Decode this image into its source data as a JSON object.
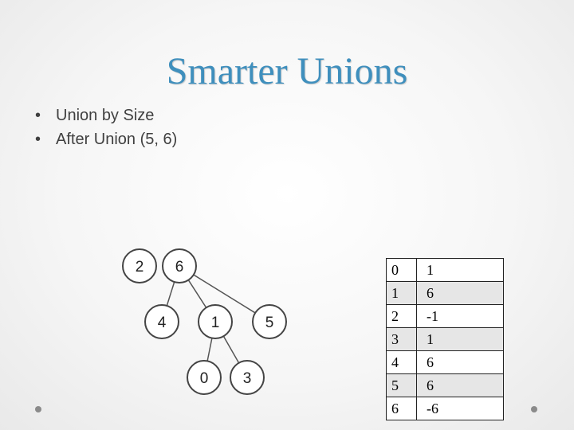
{
  "title": "Smarter Unions",
  "bullets": [
    "Union by Size",
    "After Union (5, 6)"
  ],
  "tree": {
    "nodes": [
      "2",
      "6",
      "4",
      "1",
      "5",
      "0",
      "3"
    ],
    "edges": [
      [
        "6",
        "4"
      ],
      [
        "6",
        "1"
      ],
      [
        "6",
        "5"
      ],
      [
        "1",
        "0"
      ],
      [
        "1",
        "3"
      ]
    ]
  },
  "table": {
    "rows": [
      {
        "index": "0",
        "value": "1"
      },
      {
        "index": "1",
        "value": "6"
      },
      {
        "index": "2",
        "value": "-1"
      },
      {
        "index": "3",
        "value": "1"
      },
      {
        "index": "4",
        "value": "6"
      },
      {
        "index": "5",
        "value": "6"
      },
      {
        "index": "6",
        "value": "-6"
      }
    ]
  },
  "colors": {
    "title": "#3f8fbd",
    "node_border": "#444444",
    "edge": "#555555"
  }
}
